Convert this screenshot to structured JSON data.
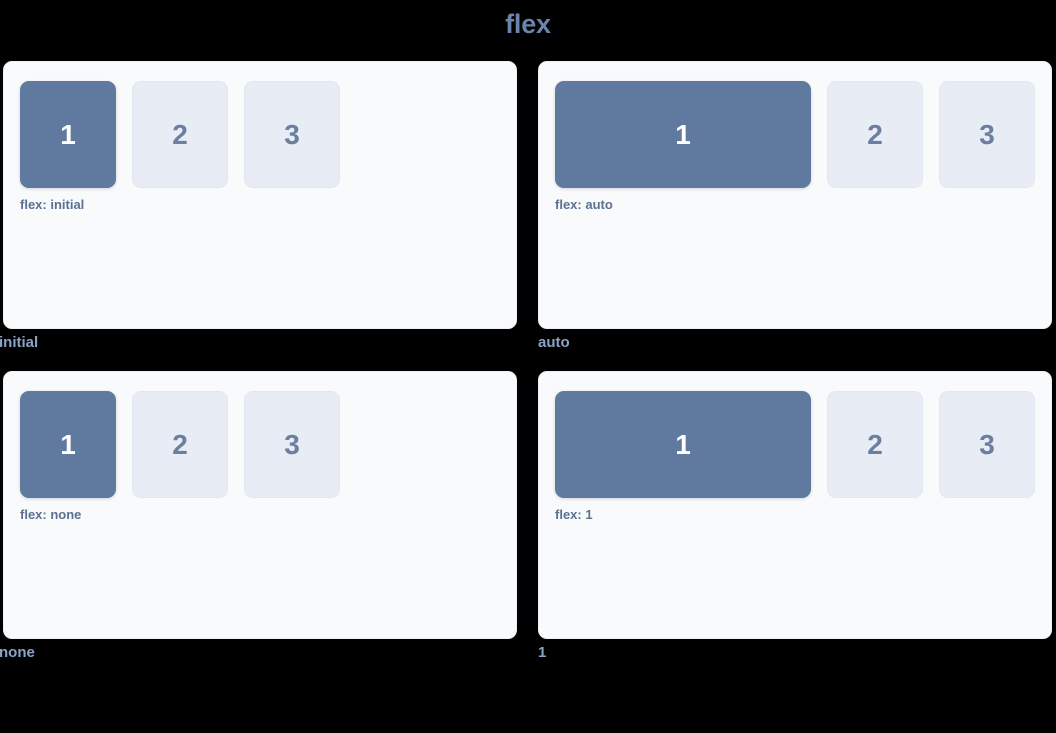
{
  "header": {
    "title": "flex"
  },
  "colors": {
    "background": "#000000",
    "title": "#6b84ab",
    "panel_bg": "#f9fafc",
    "panel_border": "#eceff5",
    "box_active_bg": "#5f7a9e",
    "box_active_text": "#ffffff",
    "box_plain_bg": "#e7ecf5",
    "box_plain_border": "#e1e7f2",
    "box_plain_text": "#6b7f9e",
    "caption": "#5b7192",
    "cell_label": "#8aa3c6"
  },
  "demos": [
    {
      "label": "initial",
      "caption": "flex: initial",
      "variant": "v-initial",
      "boxes": [
        "1",
        "2",
        "3"
      ]
    },
    {
      "label": "auto",
      "caption": "flex: auto",
      "variant": "v-auto",
      "boxes": [
        "1",
        "2",
        "3"
      ]
    },
    {
      "label": "none",
      "caption": "flex: none",
      "variant": "v-none",
      "boxes": [
        "1",
        "2",
        "3"
      ]
    },
    {
      "label": "1",
      "caption": "flex: 1",
      "variant": "v-one",
      "boxes": [
        "1",
        "2",
        "3"
      ]
    }
  ]
}
